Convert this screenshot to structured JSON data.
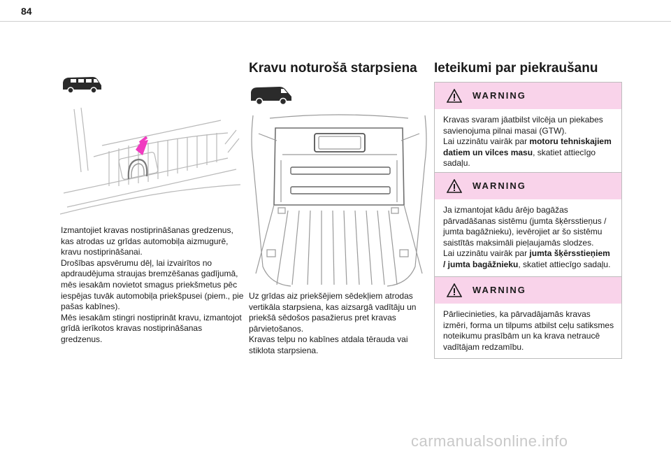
{
  "page": {
    "number": "84"
  },
  "left_column": {
    "paragraphs": [
      "Izmantojiet kravas nostiprināšanas gredzenus, kas atrodas uz grīdas automobiļa aizmugurē, kravu nostiprināšanai.",
      "Drošības apsvērumu dēļ, lai izvairītos no apdraudējuma straujas bremzēšanas gadījumā, mēs iesakām novietot smagus priekšmetus pēc iespējas tuvāk automobiļa priekšpusei (piem., pie pašas kabīnes).",
      "Mēs iesakām stingri nostiprināt kravu, izmantojot grīdā ierīkotos kravas nostiprināšanas gredzenus."
    ]
  },
  "middle_column": {
    "title": "Kravu noturošā starpsiena",
    "paragraphs": [
      "Uz grīdas aiz priekšējiem sēdekļiem atrodas vertikāla starpsiena, kas aizsargā vadītāju un priekšā sēdošos pasažierus pret kravas pārvietošanos.",
      "Kravas telpu no kabīnes atdala tērauda vai stiklota starpsiena."
    ]
  },
  "right_column": {
    "title": "Ieteikumi par piekraušanu",
    "warnings": [
      {
        "label": "WARNING",
        "p1": "Kravas svaram jāatbilst vilcēja un piekabes savienojuma pilnai masai (GTW).",
        "p2_pre": "Lai uzzinātu vairāk par ",
        "p2_bold": "motoru tehniskajiem datiem un vilces masu",
        "p2_post": ", skatiet attiecīgo sadaļu."
      },
      {
        "label": "WARNING",
        "p1": "Ja izmantojat kādu ārējo bagāžas pārvadāšanas sistēmu (jumta šķērsstieņus / jumta bagāžnieku), ievērojiet ar šo sistēmu saistītās maksimāli pieļaujamās slodzes.",
        "p2_pre": "Lai uzzinātu vairāk par ",
        "p2_bold": "jumta šķērsstieņiem / jumta bagāžnieku",
        "p2_post": ", skatiet attiecīgo sadaļu."
      },
      {
        "label": "WARNING",
        "p1": "Pārliecinieties, ka pārvadājamās kravas izmēri, forma un tilpums atbilst ceļu satiksmes noteikumu prasībām un ka krava netraucē vadītājam redzamību."
      }
    ]
  },
  "footer": {
    "watermark": "carmanualsonline.info"
  },
  "colors": {
    "warning_header": "#f9d3ea",
    "arrow": "#f03cc0",
    "figure_line": "#b9b9b9"
  }
}
